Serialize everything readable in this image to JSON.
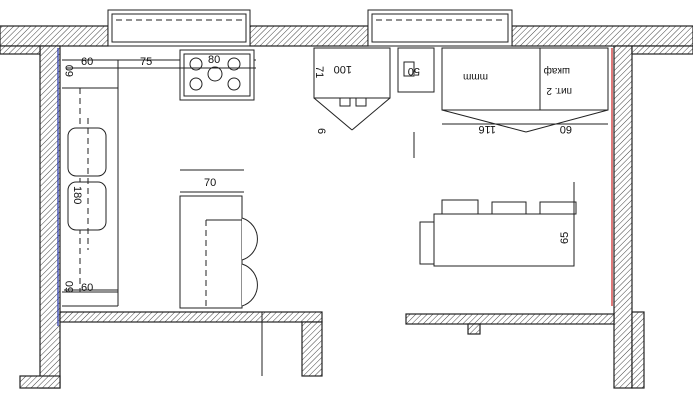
{
  "plan": {
    "dimensions": {
      "left_wall_top": "60",
      "counter_width": "60",
      "cooktop_offset": "75",
      "cooktop_width": "80",
      "sink_run": "180",
      "left_wall_bottom": "60",
      "counter_width_bottom": "60",
      "island_width": "70",
      "upper_cabinet_height": "71",
      "upper_cabinet_width": "100",
      "tall_unit_width": "50",
      "right_cabinet_a": "116",
      "right_cabinet_b": "60",
      "right_cabinet_label_a": "mmm",
      "right_cabinet_label_b": "пит. 2",
      "right_cabinet_label_c": "шкаф",
      "small_mark": "6",
      "table_depth": "65"
    }
  }
}
